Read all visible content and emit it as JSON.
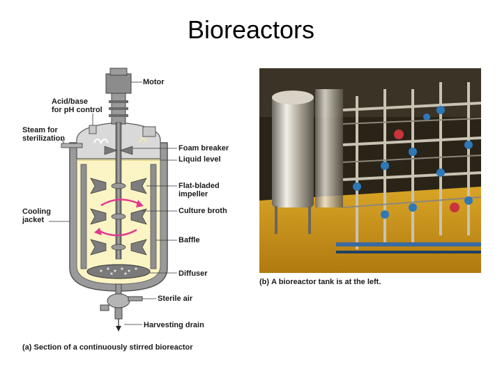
{
  "title": "Bioreactors",
  "labels": {
    "motor": "Motor",
    "acid_base": "Acid/base\nfor pH control",
    "steam": "Steam for\nsterilization",
    "foam_breaker": "Foam breaker",
    "liquid_level": "Liquid level",
    "impeller": "Flat-bladed\nimpeller",
    "cooling_jacket": "Cooling\njacket",
    "culture_broth": "Culture broth",
    "baffle": "Baffle",
    "diffuser": "Diffuser",
    "sterile_air": "Sterile air",
    "harvesting_drain": "Harvesting drain"
  },
  "captions": {
    "a_tag": "(a)",
    "a_text": "Section of a continuously stirred bioreactor",
    "b_tag": "(b)",
    "b_text": "A bioreactor tank is at the left."
  },
  "colors": {
    "broth": "#fbf4c4",
    "tank_gray": "#b8b8b8",
    "arrow_pink": "#e0398f",
    "photo_bg": "#2a2418"
  }
}
